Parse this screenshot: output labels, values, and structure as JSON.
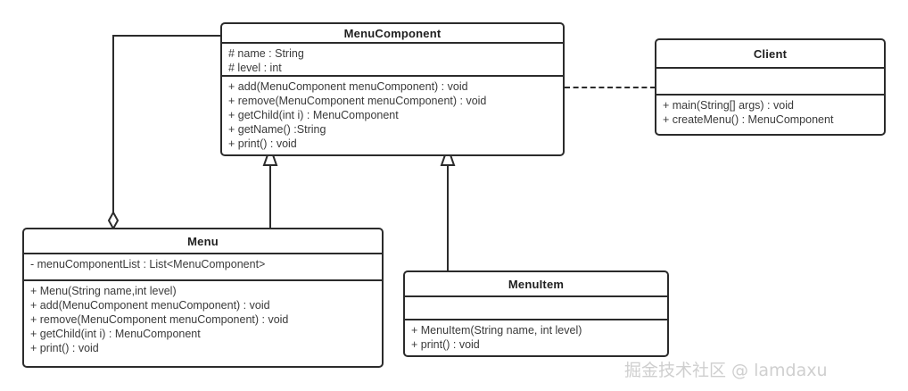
{
  "diagram": {
    "type": "uml-class-diagram",
    "background_color": "#ffffff",
    "stroke_color": "#2b2b2b",
    "text_color": "#3a3a3a"
  },
  "classes": {
    "menucomponent": {
      "name": "MenuComponent",
      "attributes": [
        "# name : String",
        "# level : int"
      ],
      "operations": [
        "+ add(MenuComponent menuComponent) : void",
        "+ remove(MenuComponent menuComponent) : void",
        "+ getChild(int i) : MenuComponent",
        "+ getName() :String",
        "+ print() : void"
      ]
    },
    "client": {
      "name": "Client",
      "attributes": [],
      "operations": [
        "+ main(String[] args) : void",
        "+ createMenu() : MenuComponent"
      ]
    },
    "menu": {
      "name": "Menu",
      "attributes": [
        "- menuComponentList : List<MenuComponent>"
      ],
      "operations": [
        "+ Menu(String name,int level)",
        "+ add(MenuComponent menuComponent) : void",
        "+ remove(MenuComponent menuComponent) : void",
        "+ getChild(int i) : MenuComponent",
        "+ print() : void"
      ]
    },
    "menuitem": {
      "name": "MenuItem",
      "attributes": [],
      "operations": [
        "+ MenuItem(String name, int level)",
        "+ print() : void"
      ]
    }
  },
  "relationships": [
    {
      "id": "aggregation-menucomponent-menu",
      "kind": "aggregation",
      "from": "MenuComponent",
      "to": "Menu",
      "marker": "hollow-diamond"
    },
    {
      "id": "generalization-menu-menucomponent",
      "kind": "generalization",
      "from": "Menu",
      "to": "MenuComponent",
      "marker": "hollow-triangle"
    },
    {
      "id": "generalization-menuitem-menucomponent",
      "kind": "generalization",
      "from": "MenuItem",
      "to": "MenuComponent",
      "marker": "hollow-triangle"
    },
    {
      "id": "dependency-client-menucomponent",
      "kind": "dependency",
      "from": "Client",
      "to": "MenuComponent",
      "marker": "dashed-line"
    }
  ],
  "watermark": {
    "text": "掘金技术社区 @ lamdaxu",
    "color": "#cfcfcf"
  }
}
